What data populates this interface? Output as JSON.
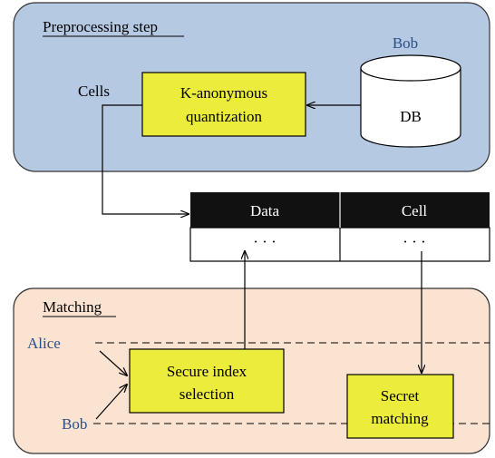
{
  "colors": {
    "preprocessing_panel": "#b6c9e2",
    "matching_panel": "#fbe3d2",
    "process_box": "#ecec3c",
    "table_header": "#111111",
    "actor_text": "#2a4f86"
  },
  "preprocessing": {
    "title": "Preprocessing step",
    "actor": "Bob",
    "db_label": "DB",
    "process_line1": "K-anonymous",
    "process_line2": "quantization",
    "cells_label": "Cells"
  },
  "table": {
    "headers": [
      "Data",
      "Cell"
    ],
    "cells": [
      "· · ·",
      "· · ·"
    ]
  },
  "matching": {
    "title": "Matching",
    "actor_alice": "Alice",
    "actor_bob": "Bob",
    "index_line1": "Secure index",
    "index_line2": "selection",
    "secret_line1": "Secret",
    "secret_line2": "matching"
  }
}
